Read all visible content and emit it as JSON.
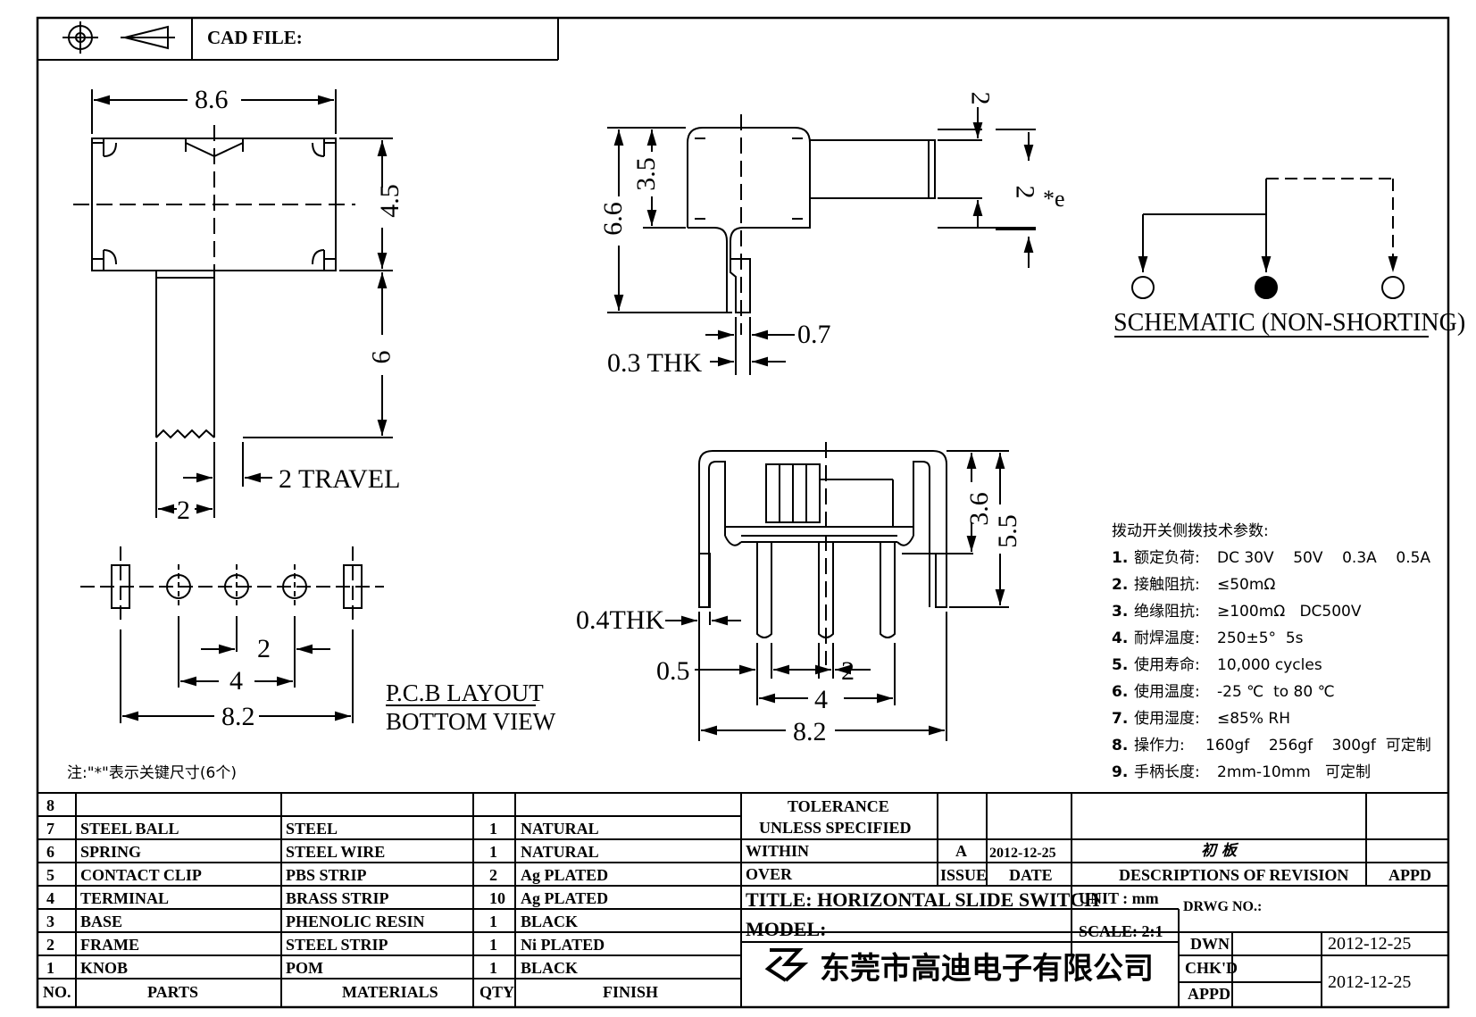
{
  "header": {
    "cad_label": "CAD FILE:",
    "cad_value": ""
  },
  "top_view": {
    "width": "8.6",
    "height": "4.5",
    "lever": "6",
    "lever_width": "2",
    "travel": "2 TRAVEL"
  },
  "side_view": {
    "d_6_6": "6.6",
    "d_3_5": "3.5",
    "d_2_top": "2",
    "d_2_mid": "2",
    "key_mark": "*e",
    "d_0_7": "0.7",
    "thk": "0.3 THK"
  },
  "schematic": {
    "label": "SCHEMATIC (NON-SHORTING)"
  },
  "pcb": {
    "pitch": "2",
    "pitch4": "4",
    "total": "8.2",
    "title1": "P.C.B LAYOUT",
    "title2": "BOTTOM VIEW"
  },
  "front_view": {
    "d_3_6": "3.6",
    "d_5_5": "5.5",
    "thk": "0.4THK",
    "d_0_5": "0.5",
    "d_2": "2",
    "d_4": "4",
    "d_8_2": "8.2"
  },
  "note": "注:\"*\"表示关键尺寸(6个)",
  "specs": {
    "title": "拨动开关侧拨技术参数:",
    "items": [
      {
        "n": "1.",
        "label": "额定负荷:",
        "value": "DC 30V    50V    0.3A    0.5A"
      },
      {
        "n": "2.",
        "label": "接触阻抗:",
        "value": "≤50mΩ"
      },
      {
        "n": "3.",
        "label": "绝缘阻抗:",
        "value": "≥100mΩ   DC500V"
      },
      {
        "n": "4.",
        "label": "耐焊温度:",
        "value": "250±5°  5s"
      },
      {
        "n": "5.",
        "label": "使用寿命:",
        "value": "10,000 cycles"
      },
      {
        "n": "6.",
        "label": "使用温度:",
        "value": "-25 ℃  to 80 ℃"
      },
      {
        "n": "7.",
        "label": "使用湿度:",
        "value": "≤85% RH"
      },
      {
        "n": "8.",
        "label": "操作力:",
        "value": "160gf    256gf    300gf  可定制"
      },
      {
        "n": "9.",
        "label": "手柄长度:",
        "value": "2mm-10mm   可定制"
      }
    ]
  },
  "bom": {
    "rows": [
      {
        "no": "8",
        "part": "",
        "material": "",
        "qty": "",
        "finish": ""
      },
      {
        "no": "7",
        "part": "STEEL BALL",
        "material": "STEEL",
        "qty": "1",
        "finish": "NATURAL"
      },
      {
        "no": "6",
        "part": "SPRING",
        "material": "STEEL WIRE",
        "qty": "1",
        "finish": "NATURAL"
      },
      {
        "no": "5",
        "part": "CONTACT CLIP",
        "material": "PBS STRIP",
        "qty": "2",
        "finish": "Ag PLATED"
      },
      {
        "no": "4",
        "part": "TERMINAL",
        "material": "BRASS STRIP",
        "qty": "10",
        "finish": "Ag PLATED"
      },
      {
        "no": "3",
        "part": "BASE",
        "material": "PHENOLIC RESIN",
        "qty": "1",
        "finish": "BLACK"
      },
      {
        "no": "2",
        "part": "FRAME",
        "material": "STEEL STRIP",
        "qty": "1",
        "finish": "Ni PLATED"
      },
      {
        "no": "1",
        "part": "KNOB",
        "material": "POM",
        "qty": "1",
        "finish": "BLACK"
      }
    ],
    "headers": {
      "no": "NO.",
      "part": "PARTS",
      "material": "MATERIALS",
      "qty": "QTY",
      "finish": "FINISH"
    }
  },
  "title_block": {
    "tolerance1": "TOLERANCE",
    "tolerance2": "UNLESS   SPECIFIED",
    "within": "WITHIN",
    "over": "OVER",
    "issue_val": "A",
    "date_val": "2012-12-25",
    "revision_desc": "初 板",
    "issue": "ISSUE",
    "date": "DATE",
    "desc": "DESCRIPTIONS  OF  REVISION",
    "appd": "APPD",
    "title": "TITLE:  HORIZONTAL  SLIDE  SWITCH",
    "unit": "UNIT : mm",
    "drwg": "DRWG  NO.:",
    "model": "MODEL:",
    "scale": "SCALE: 2:1",
    "dwn": "DWN",
    "dwn_date": "2012-12-25",
    "chkd": "CHK'D",
    "appd2": "APPD",
    "chk_date": "2012-12-25",
    "company": "东莞市高迪电子有限公司",
    "logo_name": "gaodi-logo"
  }
}
